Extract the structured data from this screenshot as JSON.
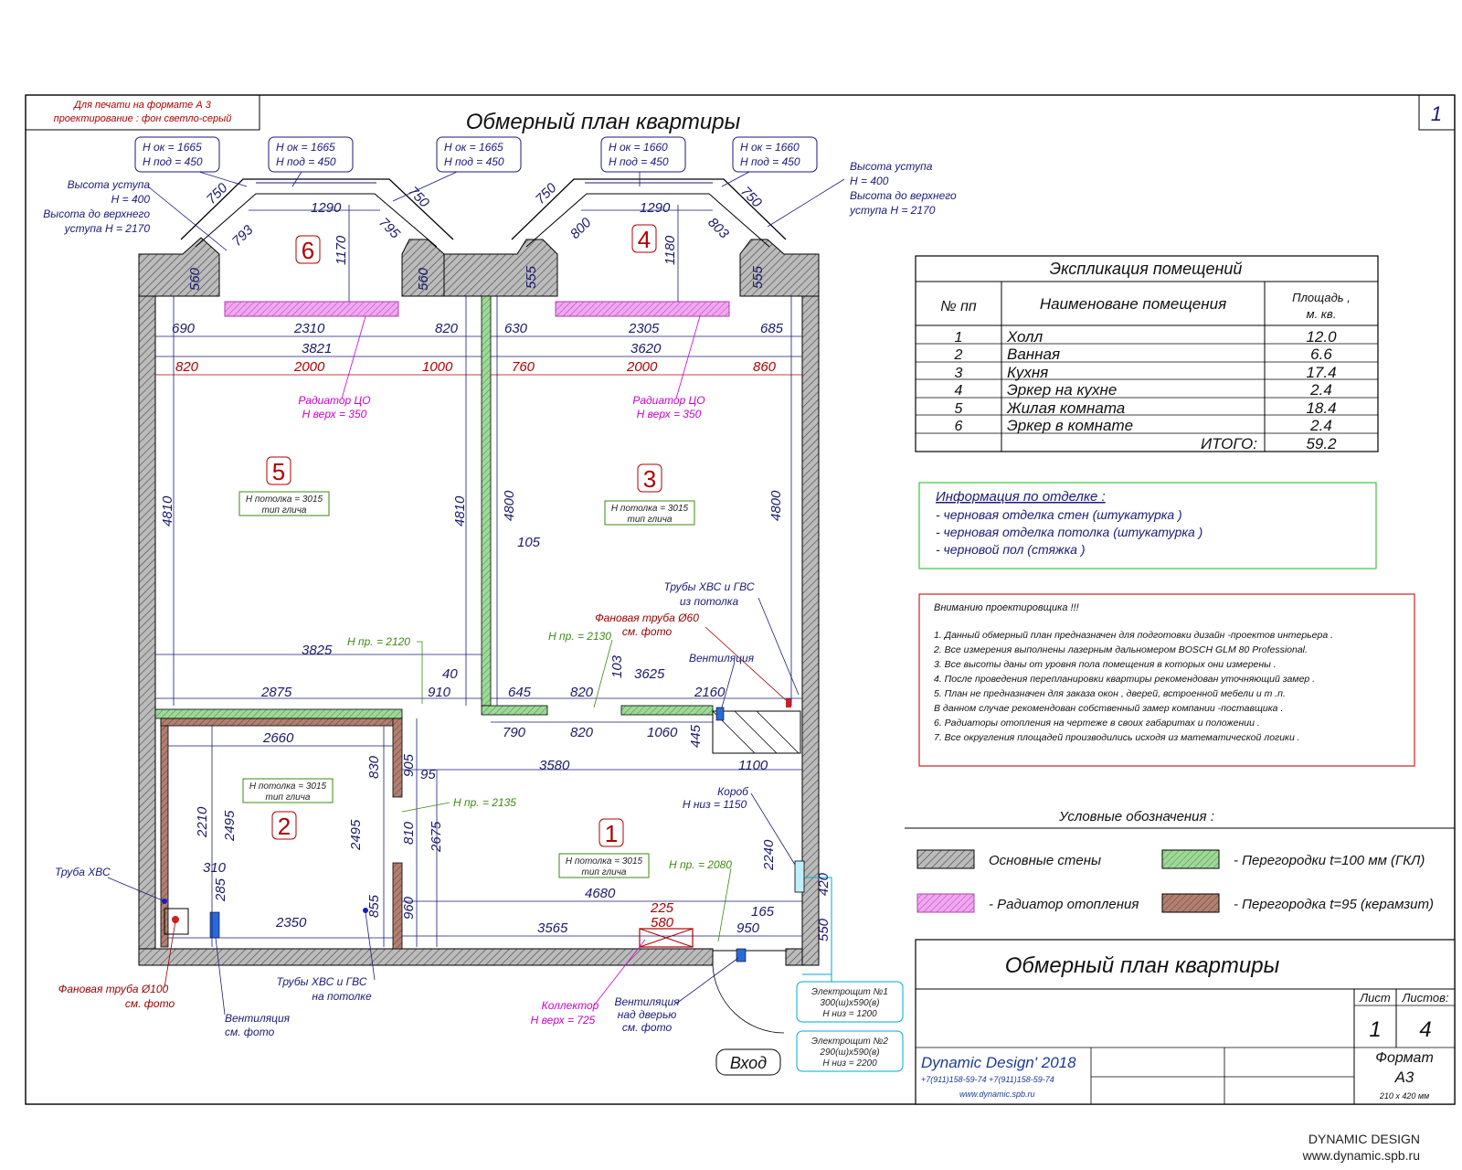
{
  "header": {
    "print_note_line1": "Для печати на формате А 3",
    "print_note_line2": "проектирование : фон светло-серый",
    "title": "Обмерный план  квартиры",
    "sheet_number": "1"
  },
  "windows": [
    {
      "h_ok": "Н ок = 1665",
      "h_pod": "Н под = 450"
    },
    {
      "h_ok": "Н ок = 1665",
      "h_pod": "Н под = 450"
    },
    {
      "h_ok": "Н ок = 1665",
      "h_pod": "Н под = 450"
    },
    {
      "h_ok": "Н ок = 1660",
      "h_pod": "Н под = 450"
    },
    {
      "h_ok": "Н ок = 1660",
      "h_pod": "Н под = 450"
    }
  ],
  "ledge_notes": {
    "left": [
      "Высота уступа",
      "Н = 400",
      "Высота до верхнего",
      "уступа Н = 2170"
    ],
    "right": [
      "Высота уступа",
      "Н = 400",
      "Высота до верхнего",
      "уступа Н = 2170"
    ]
  },
  "room_numbers": [
    "1",
    "2",
    "3",
    "4",
    "5",
    "6"
  ],
  "ceiling_label": {
    "line1": "Н потолка = 3015",
    "line2": "тип глича"
  },
  "dimensions": {
    "bay6": [
      "750",
      "1290",
      "750",
      "793",
      "795",
      "1170",
      "560",
      "560"
    ],
    "bay4": [
      "750",
      "1290",
      "750",
      "800",
      "803",
      "1180",
      "555",
      "555"
    ],
    "top_left": [
      "690",
      "2310",
      "820",
      "3821",
      "2000",
      "1000"
    ],
    "top_left_red": "820",
    "top_right": [
      "630",
      "2305",
      "685",
      "3620",
      "760",
      "2000",
      "860"
    ],
    "verticals": [
      "4810",
      "4810",
      "4800",
      "4800",
      "105"
    ],
    "mid": [
      "3825",
      "2875",
      "40",
      "910",
      "645",
      "820",
      "103",
      "3625",
      "2160",
      "790",
      "820",
      "1060",
      "445",
      "3580",
      "95",
      "1100"
    ],
    "bath": [
      "2660",
      "830",
      "905",
      "2210",
      "2495",
      "2495",
      "310",
      "285",
      "2350",
      "855",
      "810",
      "2675",
      "960"
    ],
    "bottom": [
      "4680",
      "2240",
      "225",
      "580",
      "165",
      "3565",
      "950",
      "420",
      "550"
    ]
  },
  "annotations": {
    "radiator_left": [
      "Радиатор ЦО",
      "Н верх = 350"
    ],
    "radiator_right": [
      "Радиатор ЦО",
      "Н верх = 350"
    ],
    "pipes_ceiling": [
      "Трубы ХВС и ГВС",
      "из потолка"
    ],
    "fan_pipe_60": [
      "Фановая труба  Ø60",
      "см. фото"
    ],
    "ventilation_1": "Вентиляция",
    "h_pr_2120": "Н пр. = 2120",
    "h_pr_2130": "Н пр. = 2130",
    "h_pr_2135": "Н пр. = 2135",
    "h_pr_2080": "Н пр. = 2080",
    "box": [
      "Короб",
      "Н низ = 1150"
    ],
    "cold_pipe": "Труба ХВС",
    "fan_pipe_100": [
      "Фановая труба  Ø100",
      "см. фото"
    ],
    "ventilation_photo": [
      "Вентиляция",
      "см. фото"
    ],
    "pipes_on_ceiling": [
      "Трубы ХВС и ГВС",
      "на потолке"
    ],
    "collector": [
      "Коллектор",
      "Н верх = 725"
    ],
    "ventilation_door": [
      "Вентиляция",
      "над дверью",
      "см. фото"
    ],
    "entrance": "Вход",
    "panel1": [
      "Электрощит  №1",
      "300(ш)х590(в)",
      "Н низ = 1200"
    ],
    "panel2": [
      "Электрощит  №2",
      "290(ш)х590(в)",
      "Н низ = 2200"
    ]
  },
  "explication": {
    "title": "Экспликация помещений",
    "col_num": "№ пп",
    "col_name": "Наименоване помещения",
    "col_area": [
      "Площадь ,",
      "м. кв."
    ],
    "rows": [
      {
        "num": "1",
        "name": "Холл",
        "area": "12.0"
      },
      {
        "num": "2",
        "name": "Ванная",
        "area": "6.6"
      },
      {
        "num": "3",
        "name": "Кухня",
        "area": "17.4"
      },
      {
        "num": "4",
        "name": "Эркер на кухне",
        "area": "2.4"
      },
      {
        "num": "5",
        "name": "Жилая комната",
        "area": "18.4"
      },
      {
        "num": "6",
        "name": "Эркер в комнате",
        "area": "2.4"
      }
    ],
    "total_label": "ИТОГО:",
    "total_value": "59.2"
  },
  "finishing": {
    "title": "Информация по отделке :",
    "items": [
      "- черновая отделка стен   (штукатурка )",
      "- черновая отделка потолка   (штукатурка )",
      "- черновой пол  (стяжка )"
    ]
  },
  "warning": {
    "title": "Вниманию проектировщика  !!!",
    "items": [
      "1. Данный обмерный план предназначен для подготовки дизайн     -проектов интерьера .",
      "2. Все измерения выполнены лазерным дальномером       BOSCH GLM 80 Professional.",
      "3. Все высоты даны от уровня пола помещения в которых они измерены      .",
      "4. После проведения перепланировки квартиры рекомендован уточняющий замер        .",
      "5. План не предназначен для заказа окон     , дверей, встроенной мебели и т  .п.",
      "В данном случае рекомендован собственный замер компании     -поставщика .",
      "6. Радиаторы отопления на чертеже в своих габаритах и положении           .",
      "7. Все округления площадей производились исходя из математической логики        ."
    ]
  },
  "legend": {
    "title": "Условные обозначения :",
    "main_walls": "Основные стены",
    "partitions_gkl": "- Перегородки  t=100 мм  (ГКЛ)",
    "radiator": "- Радиатор отопления",
    "partition_ceramsite": "- Перегородка  t=95 (керамзит)",
    "colors": {
      "main_wall": "#bbbbbb",
      "gkl": "#9ed89a",
      "radiator": "#f0a8f0",
      "ceramsite": "#b08070"
    }
  },
  "title_block": {
    "title": "Обмерный план  квартиры",
    "sheet_label": "Лист",
    "sheets_label": "Листов:",
    "sheet": "1",
    "sheets": "4",
    "format_label": "Формат",
    "format": "А3",
    "format_size": "210 х 420 мм",
    "company": "Dynamic Design' 2018",
    "phones": "+7(911)158-59-74     +7(911)158-59-74",
    "site": "www.dynamic.spb.ru"
  },
  "footer": {
    "brand": "DYNAMIC DESIGN",
    "url": "www.dynamic.spb.ru"
  }
}
